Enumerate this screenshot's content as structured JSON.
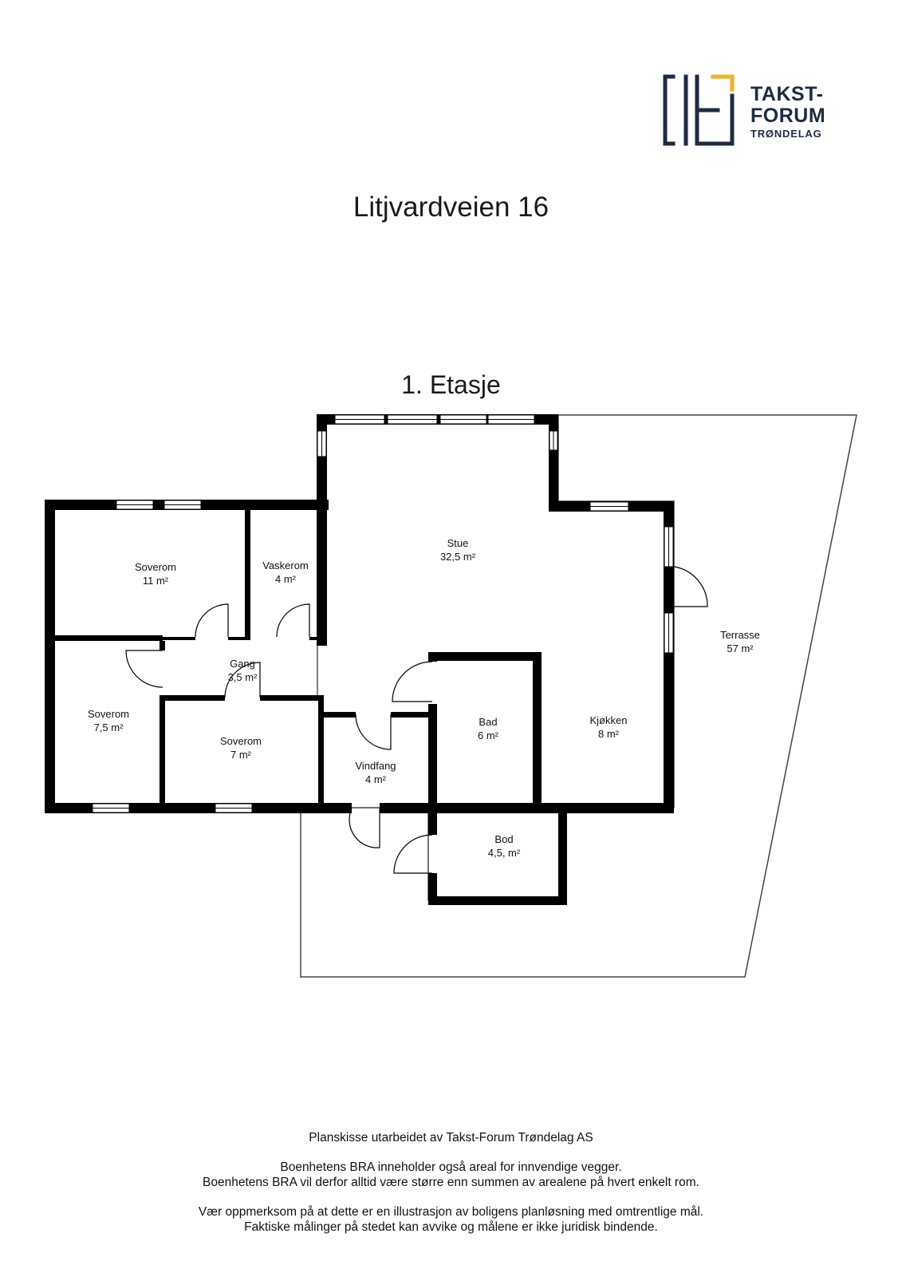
{
  "logo": {
    "line1": "TAKST-",
    "line2": "FORUM",
    "line3": "TRØNDELAG",
    "brand_color": "#1f2a44",
    "accent_color": "#f2b01e"
  },
  "title": "Litjvardveien 16",
  "floor": "1. Etasje",
  "rooms": [
    {
      "name": "Stue",
      "area": "32,5 m²"
    },
    {
      "name": "Soverom",
      "area": "11 m²"
    },
    {
      "name": "Vaskerom",
      "area": "4 m²"
    },
    {
      "name": "Gang",
      "area": "3,5 m²"
    },
    {
      "name": "Soverom",
      "area": "7,5 m²"
    },
    {
      "name": "Soverom",
      "area": "7 m²"
    },
    {
      "name": "Vindfang",
      "area": "4 m²"
    },
    {
      "name": "Bad",
      "area": "6 m²"
    },
    {
      "name": "Kjøkken",
      "area": "8 m²"
    },
    {
      "name": "Bod",
      "area": "4,5, m²"
    },
    {
      "name": "Terrasse",
      "area": "57 m²"
    }
  ],
  "footer": {
    "credit": "Planskisse utarbeidet av Takst-Forum Trøndelag AS",
    "bra_line1": "Boenhetens BRA inneholder også areal for innvendige vegger.",
    "bra_line2": "Boenhetens BRA vil derfor alltid være større enn summen av arealene på hvert enkelt rom.",
    "note_line1": "Vær oppmerksom på at dette er en illustrasjon av boligens planløsning med omtrentlige mål.",
    "note_line2": "Faktiske målinger på stedet kan avvike og målene er ikke juridisk bindende."
  }
}
